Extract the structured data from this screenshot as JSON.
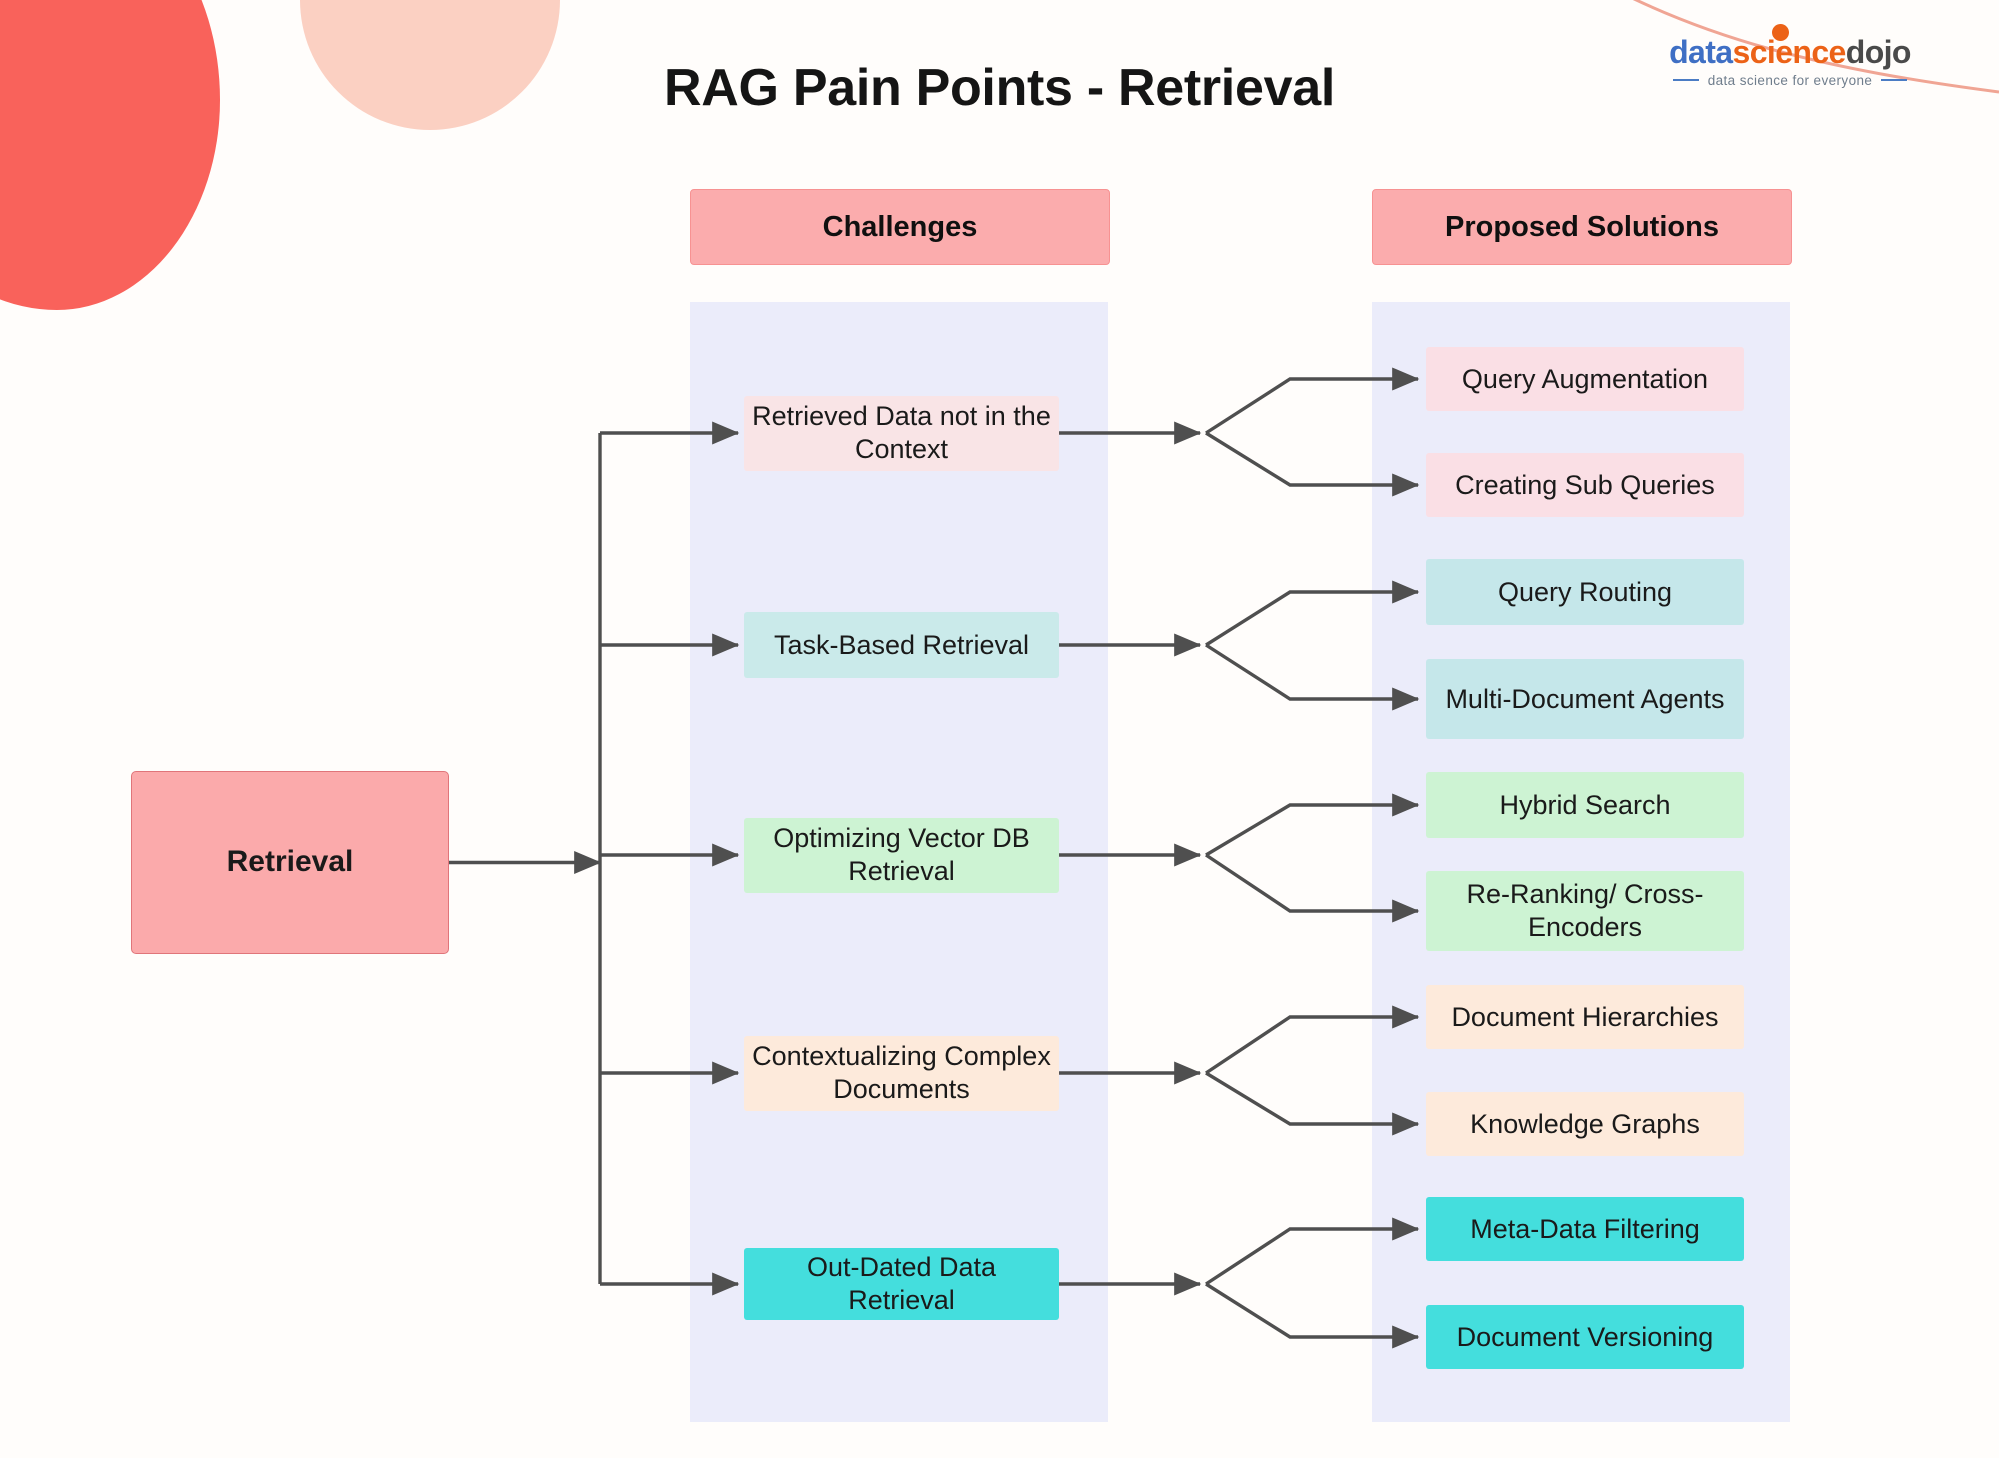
{
  "title": "RAG Pain Points - Retrieval",
  "logo": {
    "part1": "data",
    "part2": "science",
    "part3": "dojo",
    "tagline": "data science for everyone"
  },
  "columns": {
    "challenges_header": "Challenges",
    "solutions_header": "Proposed Solutions"
  },
  "root": {
    "label": "Retrieval",
    "color": "#fbaaab"
  },
  "branches": [
    {
      "challenge": "Retrieved Data not in the Context",
      "challenge_color": "#f9e4e6",
      "solutions": [
        {
          "label": "Query Augmentation",
          "color": "#fadfe5"
        },
        {
          "label": "Creating Sub Queries",
          "color": "#fadfe5"
        }
      ]
    },
    {
      "challenge": "Task-Based Retrieval",
      "challenge_color": "#caeaea",
      "solutions": [
        {
          "label": "Query Routing",
          "color": "#c5e7ea"
        },
        {
          "label": "Multi-Document Agents",
          "color": "#c5e7ea"
        }
      ]
    },
    {
      "challenge": "Optimizing Vector DB Retrieval",
      "challenge_color": "#cdf3d3",
      "solutions": [
        {
          "label": "Hybrid Search",
          "color": "#cdf3d3"
        },
        {
          "label": "Re-Ranking/ Cross-Encoders",
          "color": "#cdf3d3"
        }
      ]
    },
    {
      "challenge": "Contextualizing Complex Documents",
      "challenge_color": "#fdeadb",
      "solutions": [
        {
          "label": "Document Hierarchies",
          "color": "#fdeadb"
        },
        {
          "label": "Knowledge Graphs",
          "color": "#fdeadb"
        }
      ]
    },
    {
      "challenge": "Out-Dated Data Retrieval",
      "challenge_color": "#44dedd",
      "solutions": [
        {
          "label": "Meta-Data Filtering",
          "color": "#44dedd"
        },
        {
          "label": "Document Versioning",
          "color": "#44dedd"
        }
      ]
    }
  ],
  "theme": {
    "background": "#fffdfb",
    "panel": "#ebecfa",
    "header_pill": "#fbacad",
    "connector": "#4f4f4f",
    "blob_coral": "#f9625b",
    "blob_peach": "#fbd0c2"
  }
}
